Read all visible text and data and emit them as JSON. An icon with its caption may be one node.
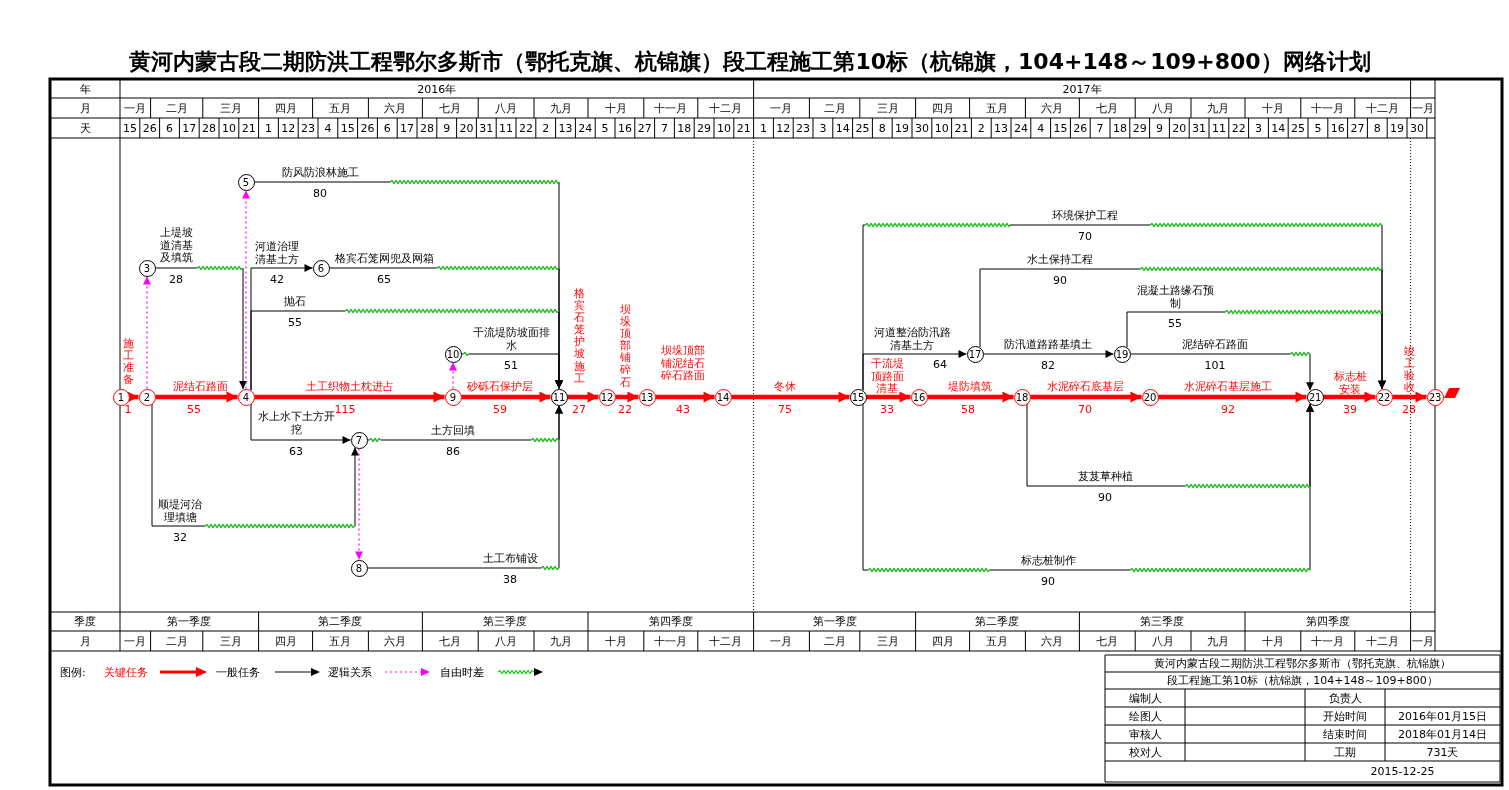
{
  "diagram": {
    "title": "黄河内蒙古段二期防洪工程鄂尔多斯市（鄂托克旗、杭锦旗）段工程施工第10标（杭锦旗，104+148～109+800）网络计划",
    "nodes": [
      {
        "text": [
          "1"
        ]
      },
      {
        "text": [
          "2"
        ]
      },
      {
        "text": [
          "3"
        ]
      },
      {
        "text": [
          "4"
        ]
      },
      {
        "text": [
          "5"
        ]
      },
      {
        "text": [
          "6"
        ]
      },
      {
        "text": [
          "7"
        ]
      },
      {
        "text": [
          "8"
        ]
      },
      {
        "text": [
          "9"
        ]
      },
      {
        "text": [
          "10"
        ]
      },
      {
        "text": [
          "11"
        ]
      },
      {
        "text": [
          "12"
        ]
      },
      {
        "text": [
          "13"
        ]
      },
      {
        "text": [
          "14"
        ]
      },
      {
        "text": [
          "15"
        ]
      },
      {
        "text": [
          "16"
        ]
      },
      {
        "text": [
          "17"
        ]
      },
      {
        "text": [
          "18"
        ]
      },
      {
        "text": [
          "19"
        ]
      },
      {
        "text": [
          "20"
        ]
      },
      {
        "text": [
          "21"
        ]
      },
      {
        "text": [
          "22"
        ]
      },
      {
        "text": [
          "23"
        ]
      }
    ],
    "edges": [
      {
        "from": 0,
        "to": 1,
        "arrow": "to",
        "label": "施工准备",
        "style": "thick",
        "color": "#ff0000"
      },
      {
        "from": 1,
        "to": 3,
        "arrow": "to",
        "label": "泥结石路面",
        "style": "thick",
        "color": "#ff0000"
      },
      {
        "from": 3,
        "to": 8,
        "arrow": "to",
        "label": "土工织物土枕进占",
        "style": "thick",
        "color": "#ff0000"
      },
      {
        "from": 8,
        "to": 10,
        "arrow": "to",
        "label": "砂砾石保护层",
        "style": "thick",
        "color": "#ff0000"
      },
      {
        "from": 10,
        "to": 11,
        "arrow": "to",
        "label": "格宾石笼护坡施工",
        "style": "thick",
        "color": "#ff0000"
      },
      {
        "from": 11,
        "to": 12,
        "arrow": "to",
        "label": "坝垛顶部铺碎石",
        "style": "thick",
        "color": "#ff0000"
      },
      {
        "from": 12,
        "to": 13,
        "arrow": "to",
        "label": "坝垛顶部铺泥结石碎石路面",
        "style": "thick",
        "color": "#ff0000"
      },
      {
        "from": 13,
        "to": 14,
        "arrow": "to",
        "label": "冬休",
        "style": "thick",
        "color": "#ff0000"
      },
      {
        "from": 14,
        "to": 15,
        "arrow": "to",
        "label": "干流堤顶路面清基",
        "style": "thick",
        "color": "#ff0000"
      },
      {
        "from": 15,
        "to": 17,
        "arrow": "to",
        "label": "堤防填筑",
        "style": "thick",
        "color": "#ff0000"
      },
      {
        "from": 17,
        "to": 19,
        "arrow": "to",
        "label": "水泥碎石底基层",
        "style": "thick",
        "color": "#ff0000"
      },
      {
        "from": 19,
        "to": 20,
        "arrow": "to",
        "label": "水泥碎石基层施工",
        "style": "thick",
        "color": "#ff0000"
      },
      {
        "from": 20,
        "to": 21,
        "arrow": "to",
        "label": "标志桩安装",
        "style": "thick",
        "color": "#ff0000"
      },
      {
        "from": 21,
        "to": 22,
        "arrow": "to",
        "label": "竣工验收",
        "style": "thick",
        "color": "#ff0000"
      },
      {
        "from": 4,
        "to": 10,
        "arrow": "to",
        "label": "防风防浪林施工"
      },
      {
        "from": 2,
        "to": 3,
        "arrow": "to",
        "label": "上堤坡道清基及填筑"
      },
      {
        "from": 3,
        "to": 5,
        "arrow": "to",
        "label": "河道治理清基土方"
      },
      {
        "from": 5,
        "to": 10,
        "arrow": "to",
        "label": "格宾石笼网兜及网箱"
      },
      {
        "from": 3,
        "to": 10,
        "arrow": "to",
        "label": "抛石"
      },
      {
        "from": 9,
        "to": 10,
        "arrow": "to",
        "label": "干流堤防坡面排水"
      },
      {
        "from": 3,
        "to": 6,
        "arrow": "to",
        "label": "水上水下土方开挖"
      },
      {
        "from": 6,
        "to": 10,
        "arrow": "to",
        "label": "土方回填"
      },
      {
        "from": 1,
        "to": 6,
        "arrow": "to",
        "label": "顺堤河治理填塘"
      },
      {
        "from": 7,
        "to": 10,
        "arrow": "to",
        "label": "土工布铺设"
      },
      {
        "from": 14,
        "to": 21,
        "arrow": "to",
        "label": "环境保护工程"
      },
      {
        "from": 16,
        "to": 21,
        "arrow": "to",
        "label": "水土保持工程"
      },
      {
        "from": 18,
        "to": 21,
        "arrow": "to",
        "label": "混凝土路缘石预制"
      },
      {
        "from": 14,
        "to": 16,
        "arrow": "to",
        "label": "河道整治防汛路清基土方"
      },
      {
        "from": 16,
        "to": 18,
        "arrow": "to",
        "label": "防汛道路路基填土"
      },
      {
        "from": 18,
        "to": 20,
        "arrow": "to",
        "label": "泥结碎石路面"
      },
      {
        "from": 17,
        "to": 20,
        "arrow": "to",
        "label": "芨芨草种植"
      },
      {
        "from": 14,
        "to": 20,
        "arrow": "to",
        "label": "标志桩制作"
      },
      {
        "from": 1,
        "to": 2,
        "arrow": "to",
        "style": "dashed",
        "color": "#ff00ff"
      },
      {
        "from": 3,
        "to": 4,
        "arrow": "to",
        "style": "dashed",
        "color": "#ff00ff"
      },
      {
        "from": 8,
        "to": 9,
        "arrow": "to",
        "style": "dashed",
        "color": "#ff00ff"
      },
      {
        "from": 6,
        "to": 7,
        "arrow": "to",
        "style": "dashed",
        "color": "#ff00ff"
      }
    ],
    "labels": [
      "年",
      "2016年",
      "2017年",
      "月",
      "一月",
      "二月",
      "三月",
      "四月",
      "五月",
      "六月",
      "七月",
      "八月",
      "九月",
      "十月",
      "十一月",
      "十二月",
      "一月",
      "二月",
      "三月",
      "四月",
      "五月",
      "六月",
      "七月",
      "八月",
      "九月",
      "十月",
      "十一月",
      "十二月",
      "一月",
      "天",
      "15",
      "26",
      "6",
      "17",
      "28",
      "10",
      "21",
      "1",
      "12",
      "23",
      "4",
      "15",
      "26",
      "6",
      "17",
      "28",
      "9",
      "20",
      "31",
      "11",
      "22",
      "2",
      "13",
      "24",
      "5",
      "16",
      "27",
      "7",
      "18",
      "29",
      "10",
      "21",
      "1",
      "12",
      "23",
      "3",
      "14",
      "25",
      "8",
      "19",
      "30",
      "10",
      "21",
      "2",
      "13",
      "24",
      "4",
      "15",
      "26",
      "7",
      "18",
      "29",
      "9",
      "20",
      "31",
      "11",
      "22",
      "3",
      "14",
      "25",
      "5",
      "16",
      "27",
      "8",
      "19",
      "30",
      "1",
      "55",
      "115",
      "59",
      "27",
      "22",
      "43",
      "75",
      "33",
      "58",
      "70",
      "92",
      "39",
      "28",
      "80",
      "28",
      "42",
      "65",
      "55",
      "51",
      "63",
      "86",
      "32",
      "38",
      "70",
      "90",
      "55",
      "64",
      "82",
      "101",
      "90",
      "90",
      "季度",
      "第一季度",
      "第二季度",
      "第三季度",
      "第四季度",
      "第一季度",
      "第二季度",
      "第三季度",
      "第四季度",
      "月",
      "一月",
      "二月",
      "三月",
      "四月",
      "五月",
      "六月",
      "七月",
      "八月",
      "九月",
      "十月",
      "十一月",
      "十二月",
      "一月",
      "二月",
      "三月",
      "四月",
      "五月",
      "六月",
      "七月",
      "八月",
      "九月",
      "十月",
      "十一月",
      "十二月",
      "一月",
      "图例:",
      "黄河内蒙古段二期防洪工程鄂尔多斯市（鄂托克旗、杭锦旗）",
      "段工程施工第10标（杭锦旗，104+148～109+800）",
      "编制人",
      "负责人",
      "绘图人",
      "开始时间",
      "2016年01月15日",
      "审核人",
      "结束时间",
      "2018年01月14日",
      "校对人",
      "工期",
      "731天",
      "2015-12-25"
    ],
    "legend": [
      {
        "text": "关键任务"
      },
      {
        "text": "一般任务"
      },
      {
        "text": "逻辑关系"
      },
      {
        "text": "自由时差"
      }
    ]
  }
}
